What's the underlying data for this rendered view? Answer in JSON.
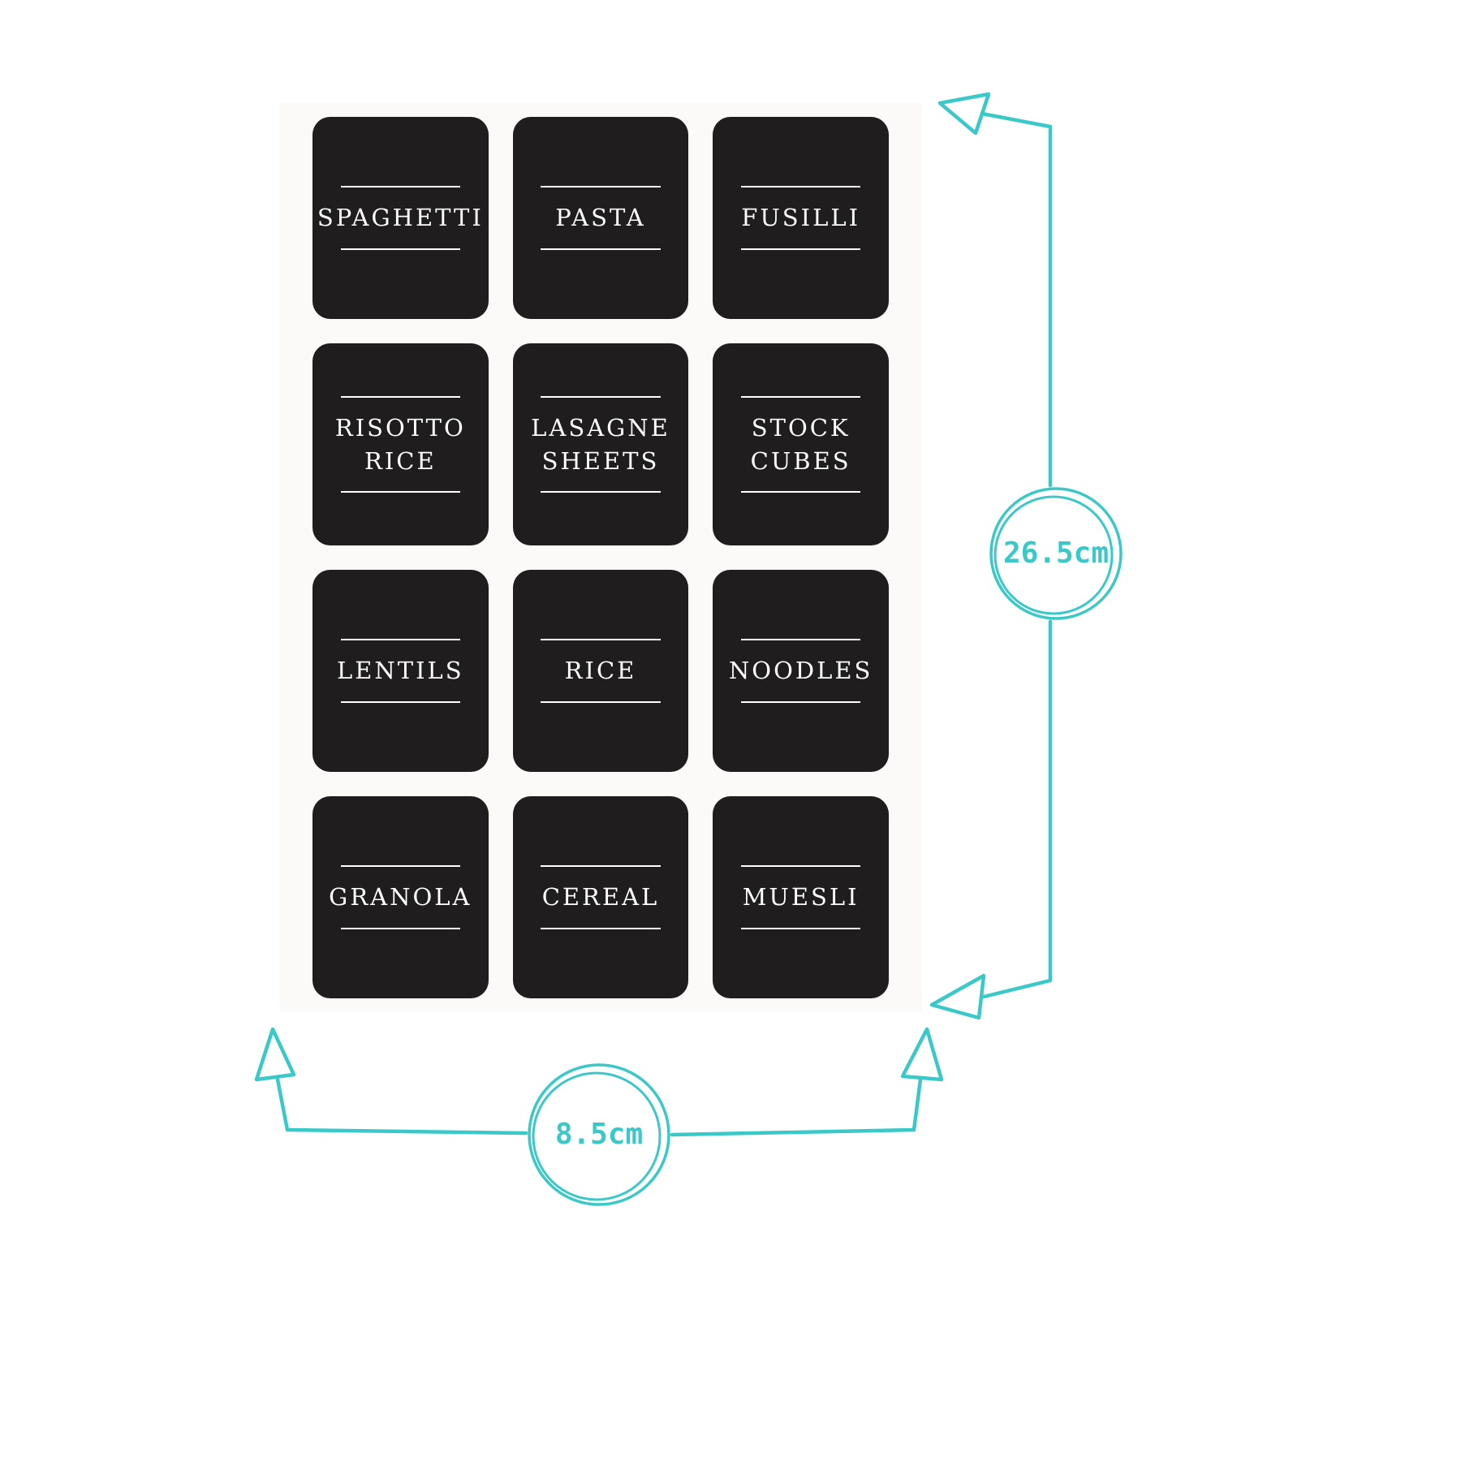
{
  "product": {
    "description": "Sheet of 12 black chalkboard pantry jar labels with dimension annotations"
  },
  "labels": [
    "SPAGHETTI",
    "PASTA",
    "FUSILLI",
    "RISOTTO\nRICE",
    "LASAGNE\nSHEETS",
    "STOCK\nCUBES",
    "LENTILS",
    "RICE",
    "NOODLES",
    "GRANOLA",
    "CEREAL",
    "MUESLI"
  ],
  "dimensions": {
    "sheet_height": "26.5cm",
    "label_width": "8.5cm"
  },
  "colors": {
    "accent_teal": "#3BC8C8",
    "label_black": "#1F1D1E",
    "sheet_white": "#FBFAF9",
    "text_white": "#FFFFFF"
  }
}
